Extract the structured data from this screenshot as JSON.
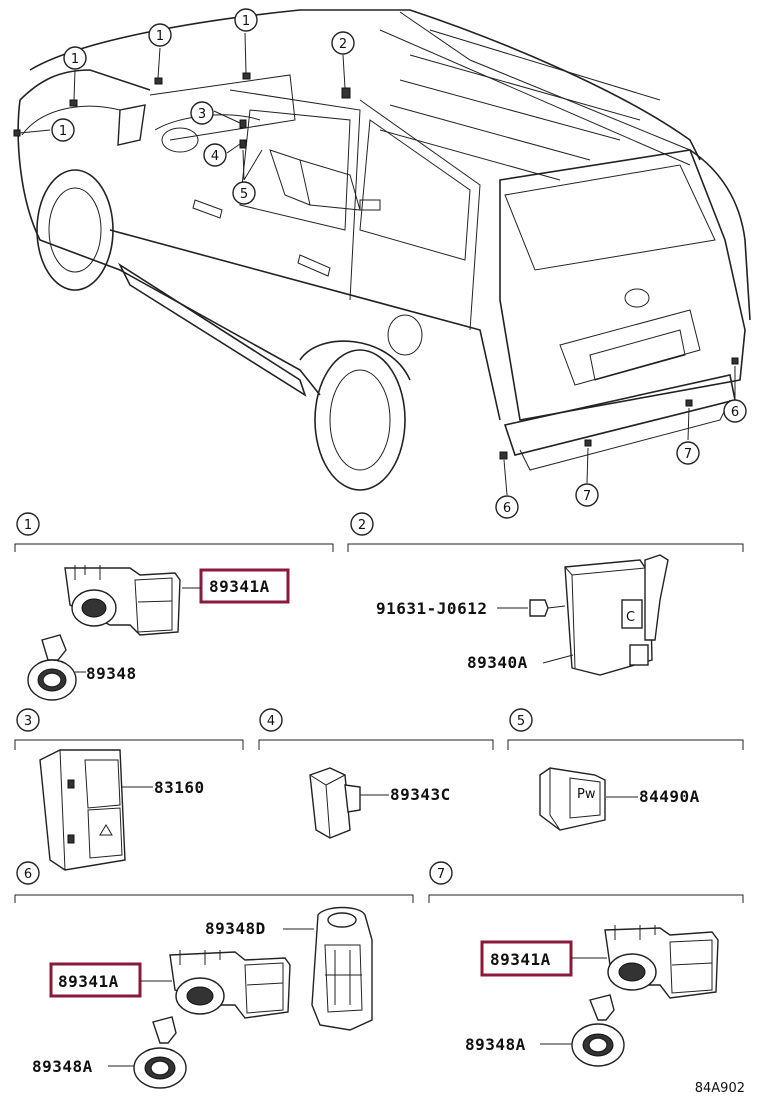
{
  "diagram": {
    "callouts_top": {
      "c1a": "1",
      "c1b": "1",
      "c1c": "1",
      "c1d": "1",
      "c2": "2",
      "c3": "3",
      "c4": "4",
      "c5": "5",
      "c6a": "6",
      "c6b": "6",
      "c7a": "7",
      "c7b": "7"
    },
    "sections": [
      {
        "num": "1",
        "parts": [
          "89341A",
          "89348"
        ]
      },
      {
        "num": "2",
        "parts": [
          "91631-J0612",
          "89340A"
        ]
      },
      {
        "num": "3",
        "parts": [
          "83160"
        ]
      },
      {
        "num": "4",
        "parts": [
          "89343C"
        ]
      },
      {
        "num": "5",
        "parts": [
          "84490A"
        ]
      },
      {
        "num": "6",
        "parts": [
          "89348D",
          "89341A",
          "89348A"
        ]
      },
      {
        "num": "7",
        "parts": [
          "89341A",
          "89348A"
        ]
      }
    ],
    "highlight_color": "#8b1a3a",
    "diagram_code": "84A902"
  }
}
